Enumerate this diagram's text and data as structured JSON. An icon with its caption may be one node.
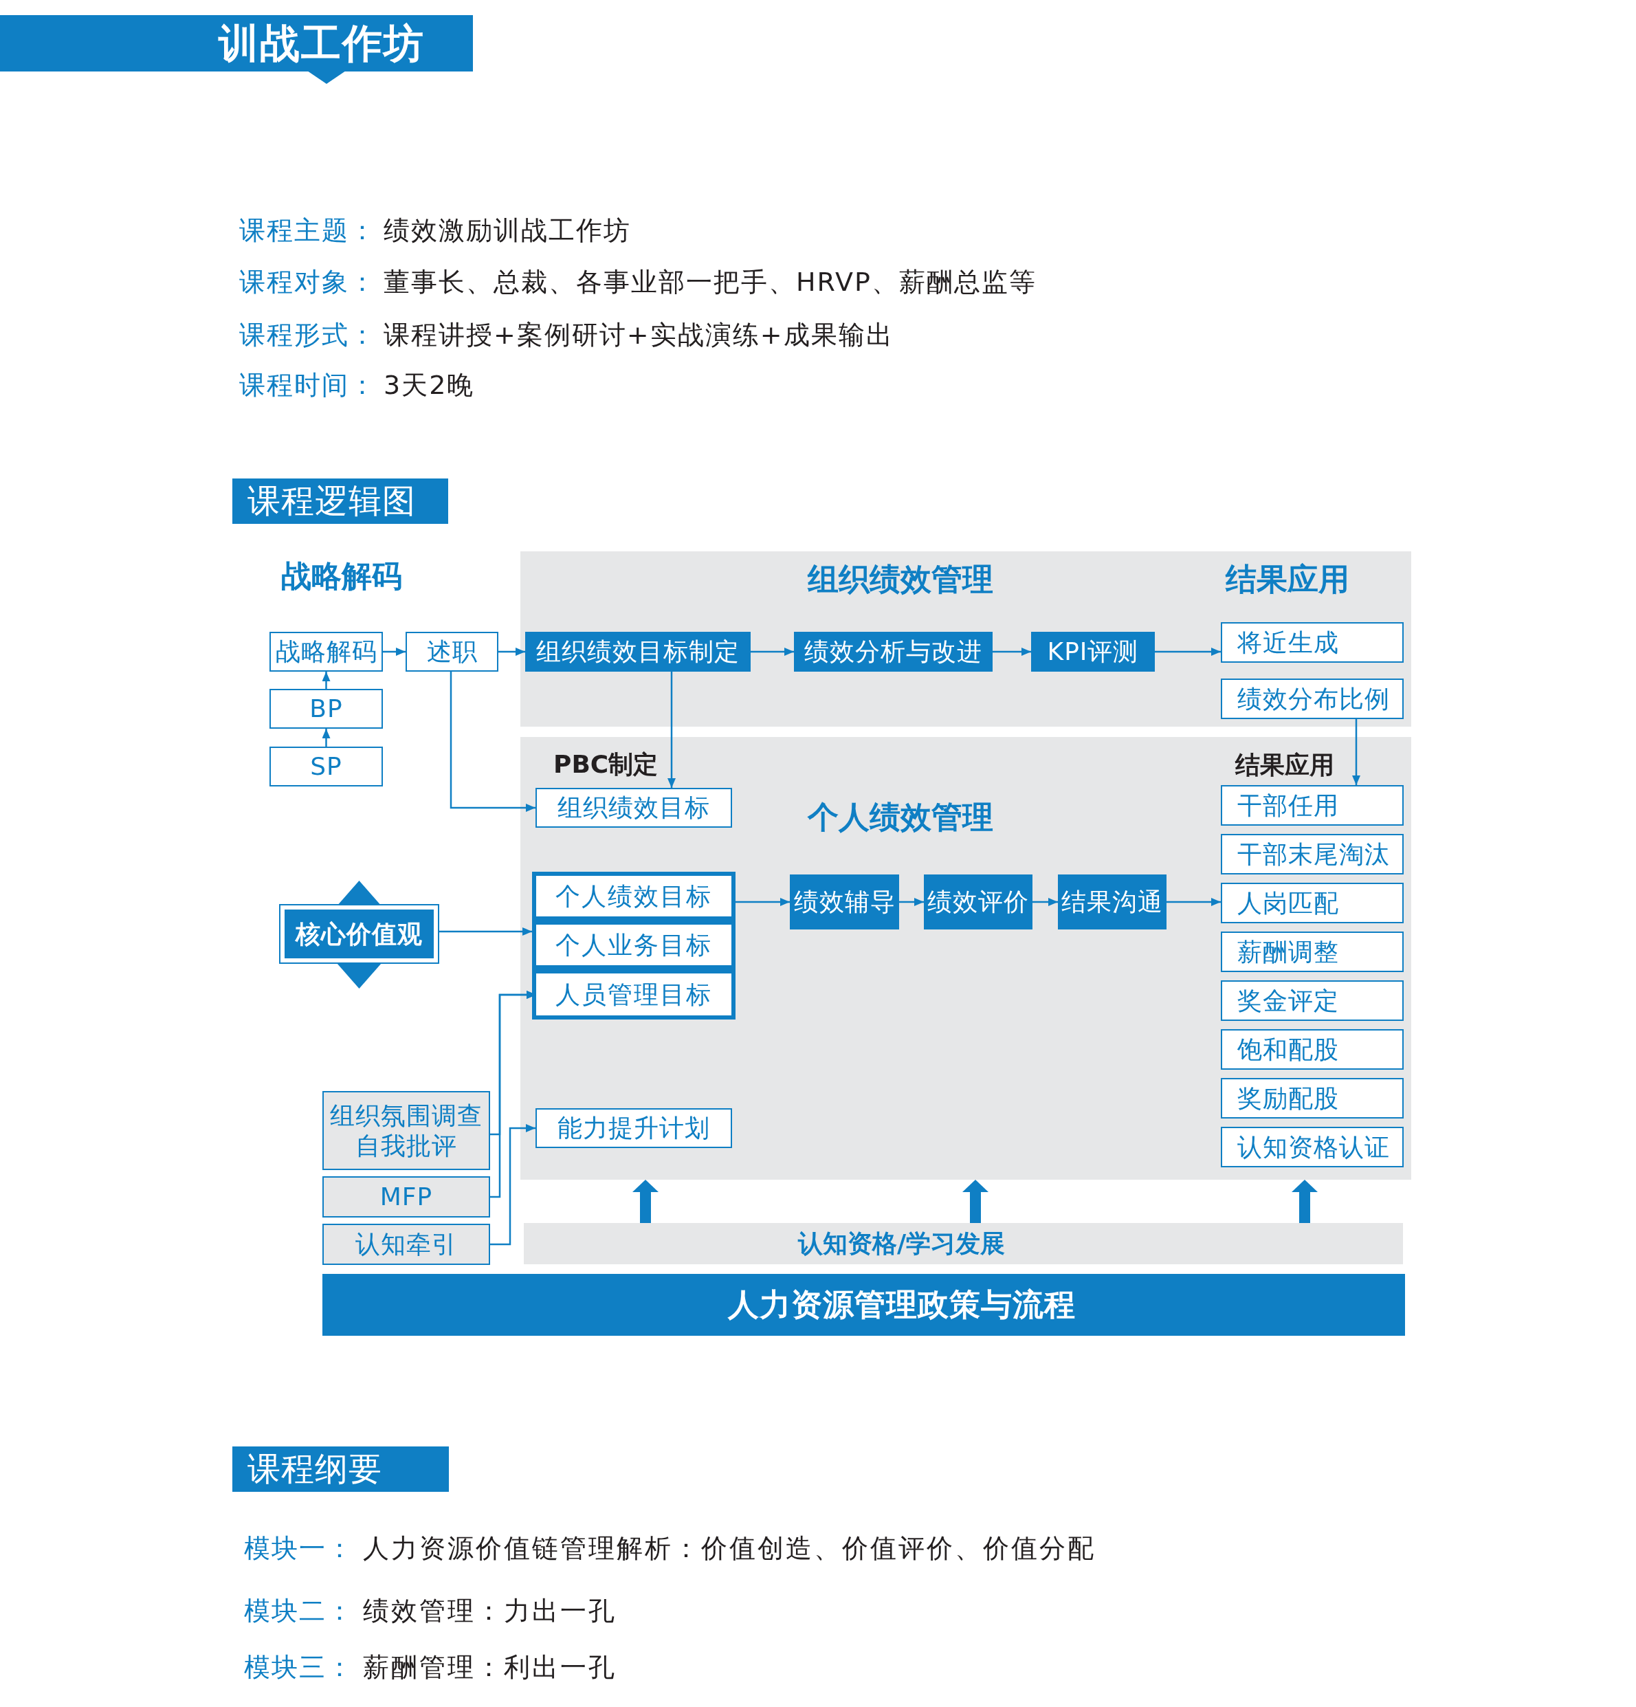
{
  "diagram": {
    "title": "训战工作坊",
    "nodes": [
      {
        "text": [
          "战略解码"
        ]
      },
      {
        "text": [
          "述职"
        ]
      },
      {
        "text": [
          "组织绩效管理",
          "结果应用"
        ]
      },
      {
        "text": [
          "组织绩效目标制定"
        ],
        "in": 2
      },
      {
        "text": [
          "绩效分析与改进"
        ],
        "in": 2
      },
      {
        "text": [
          "KPI评测"
        ],
        "in": 2
      },
      {
        "text": [
          "将近生成"
        ],
        "in": 2
      },
      {
        "text": [
          "绩效分布比例"
        ],
        "in": 2
      },
      {
        "text": [
          "BP"
        ]
      },
      {
        "text": [
          "SP"
        ]
      },
      {
        "text": [
          "PBC制定",
          "个人绩效管理",
          "结果应用"
        ]
      },
      {
        "text": [
          "组织绩效目标"
        ],
        "in": 10
      },
      {
        "text": [
          "干部任用"
        ],
        "in": 10
      },
      {
        "text": [
          "干部末尾淘汰"
        ],
        "in": 10
      },
      {
        "text": [
          "核心价值观"
        ]
      },
      {
        "text": [],
        "shape": "box",
        "in": 10
      },
      {
        "text": [
          "个人绩效目标"
        ],
        "in": 15
      },
      {
        "text": [
          "个人业务目标"
        ],
        "in": 15
      },
      {
        "text": [
          "人员管理目标"
        ],
        "in": 15
      },
      {
        "text": [
          "绩效辅导"
        ],
        "in": 10
      },
      {
        "text": [
          "绩效评价"
        ],
        "in": 10
      },
      {
        "text": [
          "结果沟通"
        ],
        "in": 10
      },
      {
        "text": [
          "人岗匹配"
        ],
        "in": 10
      },
      {
        "text": [
          "薪酬调整"
        ],
        "in": 10
      },
      {
        "text": [
          "奖金评定"
        ],
        "in": 10
      },
      {
        "text": [
          "饱和配股"
        ],
        "in": 10
      },
      {
        "text": [
          "奖励配股"
        ],
        "in": 10
      },
      {
        "text": [
          "组织氛围调查",
          "自我批评"
        ]
      },
      {
        "text": [
          "能力提升计划"
        ],
        "in": 10
      },
      {
        "text": [
          "认知资格认证"
        ],
        "in": 10
      },
      {
        "text": [
          "MFP"
        ]
      },
      {
        "text": [
          "认知牵引"
        ]
      },
      {
        "text": [
          "认知资格/学习发展"
        ]
      },
      {
        "text": [
          "人力资源管理政策与流程"
        ]
      },
      {
        "text": [
          "课程逻辑图"
        ]
      },
      {
        "text": [
          "课程纲要"
        ]
      }
    ],
    "edges": [
      {
        "from": 8,
        "to": 0,
        "arrow": "to"
      },
      {
        "from": 9,
        "to": 8,
        "arrow": "to"
      },
      {
        "from": 0,
        "to": 1,
        "arrow": "to"
      },
      {
        "from": 1,
        "to": 3,
        "arrow": "to"
      },
      {
        "from": 3,
        "to": 4,
        "arrow": "to"
      },
      {
        "from": 4,
        "to": 5,
        "arrow": "to"
      },
      {
        "from": 5,
        "to": 6,
        "arrow": "to"
      },
      {
        "from": 1,
        "to": 11,
        "arrow": "to"
      },
      {
        "from": 3,
        "to": 11,
        "arrow": "to"
      },
      {
        "from": 7,
        "to": 12,
        "arrow": "to"
      },
      {
        "from": 14,
        "to": 15,
        "arrow": "to"
      },
      {
        "from": 15,
        "to": 19,
        "arrow": "to"
      },
      {
        "from": 19,
        "to": 20,
        "arrow": "to"
      },
      {
        "from": 20,
        "to": 21,
        "arrow": "to"
      },
      {
        "from": 21,
        "to": 22,
        "arrow": "to"
      },
      {
        "from": 27,
        "to": 18,
        "arrow": "to"
      },
      {
        "from": 30,
        "to": 18,
        "arrow": "to"
      },
      {
        "from": 31,
        "to": 28,
        "arrow": "to"
      },
      {
        "from": 32,
        "to": 10,
        "arrow": "to",
        "style": "thick"
      },
      {
        "from": 32,
        "to": 10,
        "arrow": "to",
        "style": "thick"
      },
      {
        "from": 32,
        "to": 10,
        "arrow": "to",
        "style": "thick"
      }
    ],
    "labels": [
      "课程主题：",
      "绩效激励训战工作坊",
      "课程对象：",
      "董事长、总裁、各事业部一把手、HRVP、薪酬总监等",
      "课程形式：",
      "课程讲授+案例研讨+实战演练+成果输出",
      "课程时间：",
      "3天2晚",
      "战略解码",
      "模块一：",
      "人力资源价值链管理解析：价值创造、价值评价、价值分配",
      "模块二：",
      "绩效管理：力出一孔",
      "模块三：",
      "薪酬管理：利出一孔"
    ]
  }
}
